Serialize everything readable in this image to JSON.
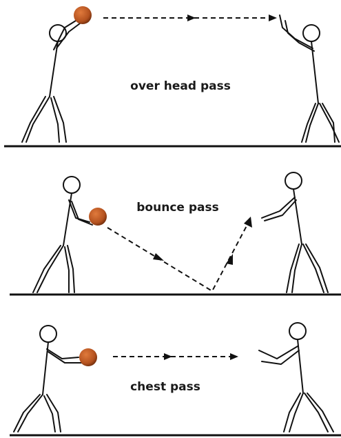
{
  "panels": [
    {
      "id": "overhead",
      "label": "over head pass"
    },
    {
      "id": "bounce",
      "label": "bounce pass"
    },
    {
      "id": "chest",
      "label": "chest pass"
    }
  ],
  "colors": {
    "ball": "#b4521f",
    "ball_highlight": "#e07a3c",
    "line": "#111111",
    "background": "#ffffff"
  }
}
